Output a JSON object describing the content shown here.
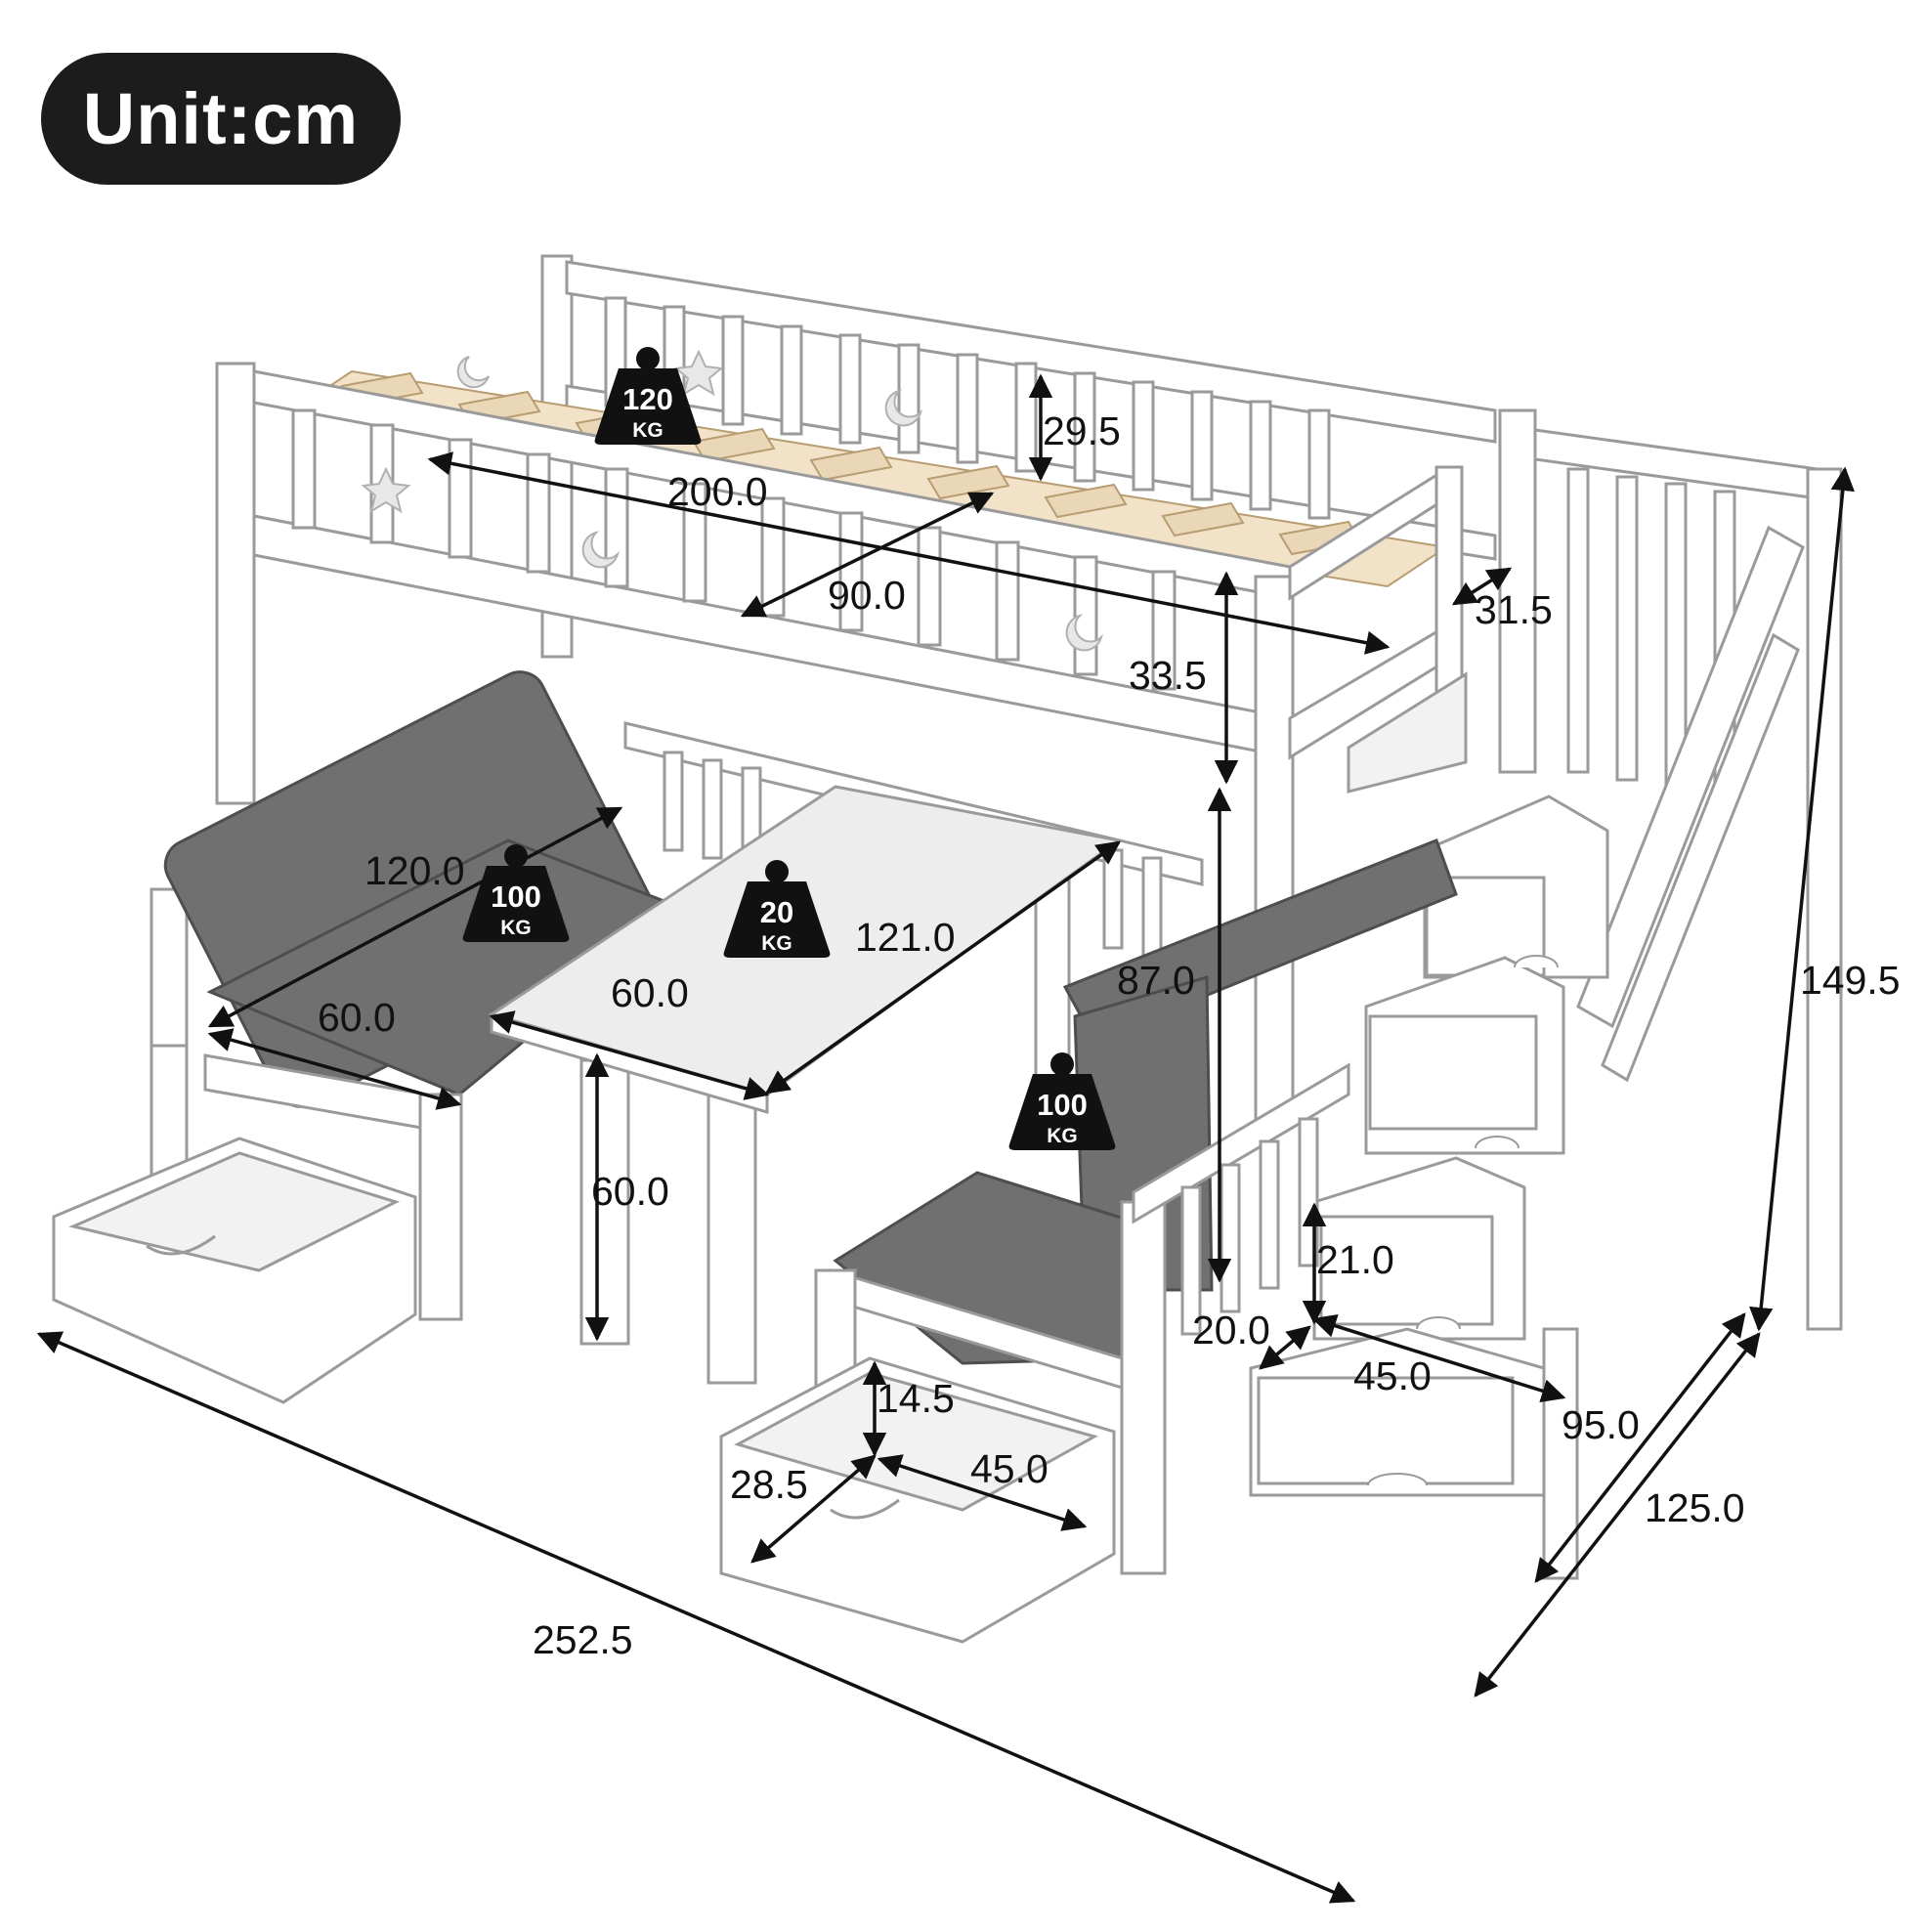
{
  "unit_label": "Unit:cm",
  "dimensions": {
    "bed_length": "200.0",
    "bed_width": "90.0",
    "guardrail_height": "29.5",
    "rail_gap": "31.5",
    "under_bed_clearance_top": "33.5",
    "under_bed_clearance": "87.0",
    "total_height": "149.5",
    "total_length": "252.5",
    "total_depth": "125.0",
    "stair_depth": "95.0",
    "bench_length": "120.0",
    "bench_depth": "60.0",
    "table_length": "121.0",
    "table_width": "60.0",
    "table_height": "60.0",
    "step_height": "21.0",
    "bench_seat_height": "20.0",
    "step_width": "45.0",
    "drawer_height": "14.5",
    "drawer_depth": "28.5",
    "drawer_width": "45.0"
  },
  "weights": {
    "bed": {
      "value": "120",
      "unit": "KG"
    },
    "bench_left": {
      "value": "100",
      "unit": "KG"
    },
    "table": {
      "value": "20",
      "unit": "KG"
    },
    "bench_right": {
      "value": "100",
      "unit": "KG"
    }
  },
  "colors": {
    "frame": "#ffffff",
    "outline": "#9a9a9a",
    "cushion": "#707070",
    "slat": "#ead7b7",
    "badge": "#1c1c1c",
    "text": "#111111"
  }
}
